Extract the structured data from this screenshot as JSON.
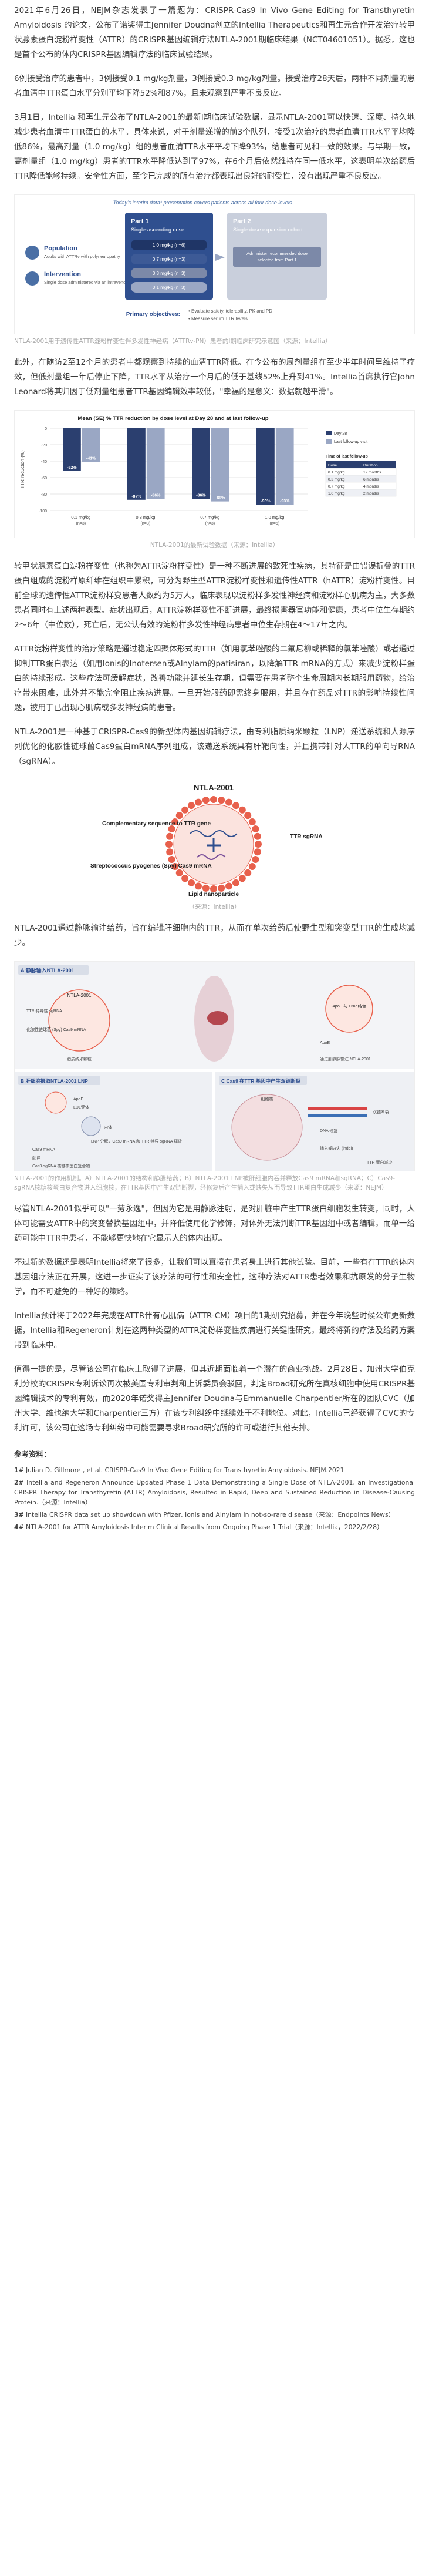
{
  "article": {
    "p1": "2021年6月26日，NEJM杂志发表了一篇题为：CRISPR-Cas9 In Vivo Gene Editing for Transthyretin Amyloidosis 的论文，公布了诺奖得主Jennifer Doudna创立的Intellia Therapeutics和再生元合作开发治疗转甲状腺素蛋白淀粉样变性（ATTR）的CRISPR基因编辑疗法NTLA-2001期临床结果（NCT04601051）。据悉，这也是首个公布的体内CRISPR基因编辑疗法的临床试验结果。",
    "p2": "6例接受治疗的患者中，3例接受0.1 mg/kg剂量，3例接受0.3 mg/kg剂量。接受治疗28天后，两种不同剂量的患者血清中TTR蛋白水平分别平均下降52%和87%，且未观察到严重不良反应。",
    "p3": "3月1日，Intellia 和再生元公布了NTLA-2001的最新I期临床试验数据，显示NTLA-2001可以快速、深度、持久地减少患者血清中TTR蛋白的水平。具体来说，对于剂量递增的前3个队列，接受1次治疗的患者血清TTR水平平均降低86%，最高剂量（1.0 mg/kg）组的患者血清TTR水平平均下降93%，给患者可见和一致的效果。与早期一致，高剂量组（1.0 mg/kg）患者的TTR水平降低达到了97%，在6个月后依然维持在同一低水平，这表明单次给药后TTR降低能够持续。安全性方面，至今已完成的所有治疗都表现出良好的耐受性，没有出现严重不良反应。",
    "p4": "此外，在随访2至12个月的患者中都观察到持续的血清TTR降低。在今公布的周剂量组在至少半年时间里维持了疗效，但低剂量组一年后停止下降，TTR水平从治疗一个月后的低于基线52%上升到41%。Intellia首席执行官John Leonard将其归因于低剂量组患者TTR基因编辑效率较低，\"幸福的是意义：数据就越平滑\"。",
    "p5": "转甲状腺素蛋白淀粉样变性（也称为ATTR淀粉样变性）是一种不断进展的致死性疾病，其特征是由错误折叠的TTR蛋白组成的淀粉样原纤维在组织中累积，可分为野生型ATTR淀粉样变性和遗传性ATTR（hATTR）淀粉样变性。目前全球的遗传性ATTR淀粉样变患者人数约为5万人，临床表现以淀粉样多发性神经病和淀粉样心肌病为主，大多数患者同时有上述两种表型。症状出现后，ATTR淀粉样变性不断进展，最终损害器官功能和健康，患者中位生存期约2～6年（中位数），死亡后，无公认有效的淀粉样多发性神经病患者中位生存期在4～17年之内。",
    "p6": "ATTR淀粉样变性的治疗策略是通过稳定四聚体形式的TTR（如用氯苯唑酸的二氟尼柳或稀释的氯苯唑酸）或者通过抑制TTR蛋白表达（如用Ionis的Inotersen或Alnylam的patisiran，以降解TTR mRNA的方式）来减少淀粉样蛋白的持续形成。这些疗法可缓解症状，改善功能并延长生存期，但需要在患者整个生命周期内长期服用药物，给治疗带来困难，此外并不能完全阻止疾病进展。一旦开始服药即需终身服用，并且存在药品对TTR的影响持续性问题，被用于已出现心肌病或多发神经病的患者。",
    "p7": "NTLA-2001是一种基于CRISPR-Cas9的新型体内基因编辑疗法，由专利脂质纳米颗粒（LNP）递送系统和人源序列优化的化脓性链球菌Cas9蛋白mRNA序列组成，该递送系统具有肝靶向性，并且携带针对人TTR的单向导RNA（sgRNA）。",
    "p8": "NTLA-2001通过静脉输注给药，旨在编辑肝细胞内的TTR，从而在单次给药后使野生型和突变型TTR的生成均减少。",
    "p9": "尽管NTLA-2001似乎可以\"一劳永逸\"，但因为它是用静脉注射，是对肝脏中产生TTR蛋白细胞发生转变，同时，人体可能需要ATTR中的突变替换基因组中，并降低使用化学修饰，对体外无法判断TTR基因组中或者编辑，而单一给药可能中TTR中患者，不能够更快地在它显示人的体内出现。",
    "p10": "不过新的数据还是表明Intellia将来了很多，让我们可以直接在患者身上进行其他试验。目前，一些有在TTR的体内基因组疗法正在开展，这进一步证实了该疗法的可行性和安全性，这种疗法对ATTR患者效果和抗原发的分子生物学，而不可避免的一种好的策略。",
    "p11": "Intellia预计将于2022年完成在ATTR伴有心肌病（ATTR-CM）项目的1期研究招募，并在今年晚些时候公布更新数据，Intellia和Regeneron计划在这两种类型的ATTR淀粉样变性疾病进行关键性研究，最终将新的疗法及给药方案带到临床中。",
    "p12": "值得一提的是，尽管该公司在临床上取得了进展，但其近期面临着一个潜在的商业挑战。2月28日，加州大学伯克利分校的CRISPR专利诉讼再次被美国专利审判和上诉委员会驳回，判定Broad研究所在真核细胞中使用CRISPR基因编辑技术的专利有效，而2020年诺奖得主Jennifer Doudna与Emmanuelle Charpentier所在的团队CVC（加州大学、维也纳大学和Charpentier三方）在该专利纠纷中继续处于不利地位。对此，Intellia已经获得了CVC的专利许可，该公司在这场专利纠纷中可能需要寻求Broad研究所的许可或进行其他安排。"
  },
  "fig1": {
    "title": "Today's interim data* presentation covers patients across all four dose levels",
    "population_label": "Population",
    "population_desc": "Adults with ATTRv with polyneuropathy",
    "intervention_label": "Intervention",
    "intervention_desc": "Single dose administered via an intravenous infusion",
    "part1_title": "Part 1",
    "part1_sub": "Single-ascending dose",
    "doses": [
      "1.0 mg/kg (n=6)",
      "0.7 mg/kg (n=3)",
      "0.3 mg/kg (n=3)",
      "0.1 mg/kg (n=3)"
    ],
    "part2_title": "Part 2",
    "part2_sub": "Single-dose expansion cohort",
    "part2_box": "Administer recommended dose selected from Part 1",
    "objectives_label": "Primary objectives:",
    "objectives": [
      "Evaluate safety, tolerability, PK and PD",
      "Measure serum TTR levels"
    ],
    "caption": "NTLA-2001用于遗传性ATTR淀粉样变性伴多发性神经病（ATTRv-PN）患者的I期临床研究示意图",
    "source": "（来源：Intellia）"
  },
  "chart_data": {
    "type": "bar",
    "title": "Mean (SE) % TTR reduction by dose level at Day 28 and at last follow-up",
    "ylabel": "TTR reduction (%)",
    "ylim": [
      -100,
      0
    ],
    "categories": [
      "0.1 mg/kg",
      "0.3 mg/kg",
      "0.7 mg/kg",
      "1.0 mg/kg"
    ],
    "category_n": [
      "(n=3)",
      "(n=3)",
      "(n=3)",
      "(n=6)"
    ],
    "series": [
      {
        "name": "Day 28",
        "values": [
          -52,
          -87,
          -86,
          -93
        ]
      },
      {
        "name": "Last follow-up visit",
        "values": [
          -41,
          -86,
          -89,
          -93
        ]
      }
    ],
    "value_labels": [
      [
        "-52%",
        "-41%"
      ],
      [
        "-87%",
        "-86%"
      ],
      [
        "-86%",
        "-89%"
      ],
      [
        "-93%",
        "-93%"
      ]
    ],
    "legend": {
      "title": "Time of last follow-up",
      "headers": [
        "Dose",
        "Duration"
      ],
      "rows": [
        [
          "0.1 mg/kg",
          "12 months"
        ],
        [
          "0.3 mg/kg",
          "6 months"
        ],
        [
          "0.7 mg/kg",
          "4 months"
        ],
        [
          "1.0 mg/kg",
          "2 months"
        ]
      ]
    },
    "grid": true,
    "caption": "NTLA-2001的最新试验数据（来源：Intellia）"
  },
  "fig3": {
    "title": "NTLA-2001",
    "label_left1": "Complementary sequence to TTR gene",
    "label_left2": "Streptococcus pyogenes (Spy) Cas9 mRNA",
    "label_right": "TTR sgRNA",
    "label_bottom": "Lipid nanoparticle",
    "caption": "（来源：Intellia）"
  },
  "fig4": {
    "panel_a": "A  静脉输入NTLA-2001",
    "panel_b": "B  肝细胞摄取NTLA-2001 LNP",
    "panel_c": "C  Cas9 在TTR 基因中产生双链断裂",
    "labels_a": [
      "NTLA-2001",
      "TTR 特异性 sgRNA",
      "化脓性链球菌 (Spy) Cas9 mRNA",
      "脂质纳米颗粒",
      "ApoE 与 LNP 结合",
      "ApoE",
      "通过肝静脉输注 NTLA-2001"
    ],
    "labels_b": [
      "ApoE",
      "LDL受体",
      "内体",
      "LNP 分解，Cas9 mRNA 和 TTR 特异 sgRNA 释放",
      "Cas9 mRNA",
      "翻译",
      "Cas9-sgRNA 核糖核蛋白复合物"
    ],
    "labels_c": [
      "细胞核",
      "双链断裂",
      "DNA 修复",
      "TTR 蛋白减少",
      "插入或缺失 (indel)"
    ],
    "caption": "NTLA-2001的作用机制。A）NTLA-2001的结构和静脉给药；B）NTLA-2001 LNP被肝细胞内吞并释放Cas9 mRNA和sgRNA；C）Cas9-sgRNA核糖核蛋白复合物进入细胞核，在TTR基因中产生双链断裂，经修复后产生插入或缺失从而导致TTR蛋白生成减少（来源：NEJM）"
  },
  "refs_title": "参考资料：",
  "refs": [
    {
      "num": "1#",
      "text": "Julian D. Gillmore , et al. CRISPR-Cas9 In Vivo Gene Editing for Transthyretin Amyloidosis. NEJM.2021"
    },
    {
      "num": "2#",
      "text": "Intellia and Regeneron Announce Updated Phase 1 Data Demonstrating a Single Dose of NTLA-2001, an Investigational CRISPR Therapy for Transthyretin (ATTR) Amyloidosis, Resulted in Rapid, Deep and Sustained Reduction in Disease-Causing Protein.（来源：Intellia）"
    },
    {
      "num": "3#",
      "text": "Intellia CRISPR data set up showdown with Pfizer, Ionis and Alnylam in not-so-rare disease（来源：Endpoints News）"
    },
    {
      "num": "4#",
      "text": "NTLA-2001 for ATTR Amyloidosis Interim Clinical Results from Ongoing Phase 1 Trial（来源：Intellia，2022/2/28）"
    }
  ],
  "colors": {
    "accent": "#2f4f8f",
    "bar_day28": "#2b3f6f",
    "bar_last": "#9aa7c4",
    "lnp": "#e8604c"
  }
}
